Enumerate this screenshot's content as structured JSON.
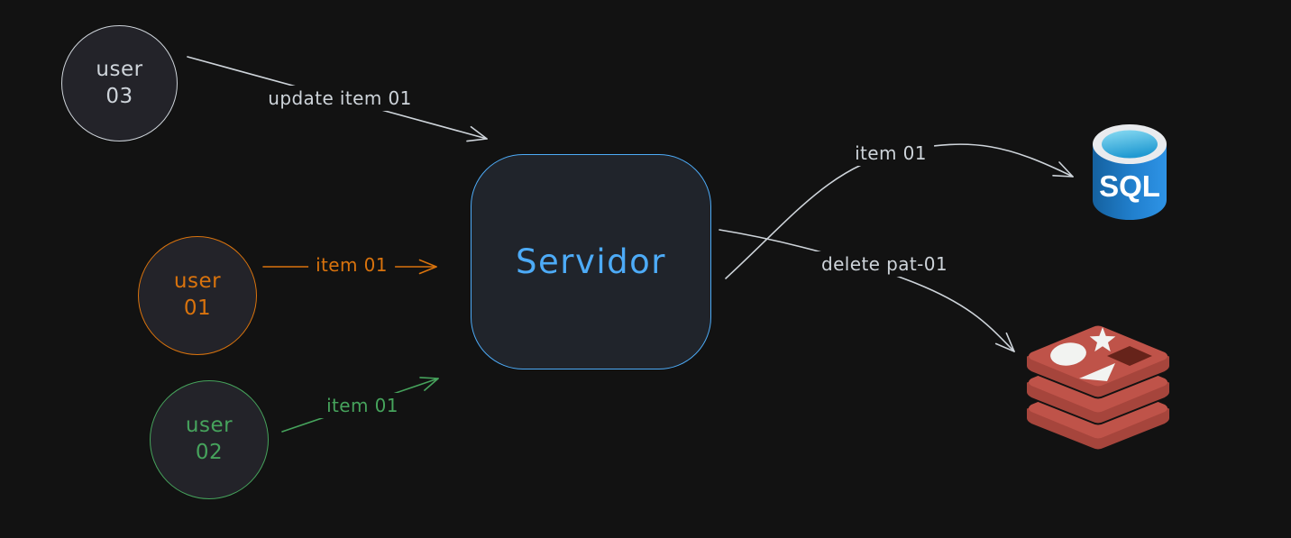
{
  "nodes": {
    "user03": {
      "line1": "user",
      "line2": "03"
    },
    "user01": {
      "line1": "user",
      "line2": "01"
    },
    "user02": {
      "line1": "user",
      "line2": "02"
    },
    "server": {
      "label": "Servidor"
    }
  },
  "edges": {
    "user03_server": {
      "label": "update item 01"
    },
    "user01_server": {
      "label": "item 01"
    },
    "user02_server": {
      "label": "item 01"
    },
    "server_sql": {
      "label": "item 01"
    },
    "server_redis": {
      "label": "delete pat-01"
    }
  },
  "icons": {
    "sql_database": {
      "label": "SQL",
      "name": "azure-sql-database"
    },
    "redis": {
      "name": "redis-database"
    }
  },
  "palette": {
    "background": "#121212",
    "stroke_gray": "#ced4da",
    "accent_blue": "#4dabf7",
    "accent_orange": "#d9730d",
    "accent_green": "#46a35c",
    "sql_blue": "#2585d6",
    "redis_red": "#bf5349"
  }
}
